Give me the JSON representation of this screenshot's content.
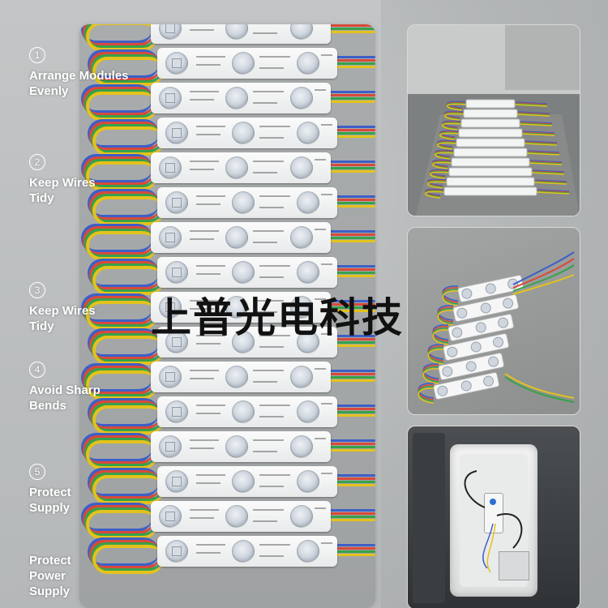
{
  "steps": [
    {
      "num": "1",
      "text": "Arrange Modules Evenly"
    },
    {
      "num": "2",
      "text": "Keep Wires Tidy"
    },
    {
      "num": "3",
      "text": "Keep Wires Tidy"
    },
    {
      "num": "4",
      "text": "Avoid Sharp Bends"
    },
    {
      "num": "5",
      "text": "Protect Supply"
    },
    {
      "num": "",
      "text": "Protect Power Supply"
    }
  ],
  "watermark": "上普光电科技",
  "colors": {
    "wire_blue": "#3d5fc7",
    "wire_red": "#d84a3b",
    "wire_green": "#36a24a",
    "wire_yellow": "#e4c21c",
    "step_text": "#ffffff"
  },
  "photos": {
    "top_right": "led-modules-on-floor-photo",
    "middle_right": "led-module-chain-closeup-photo",
    "bottom_right": "power-supply-box-photo"
  }
}
